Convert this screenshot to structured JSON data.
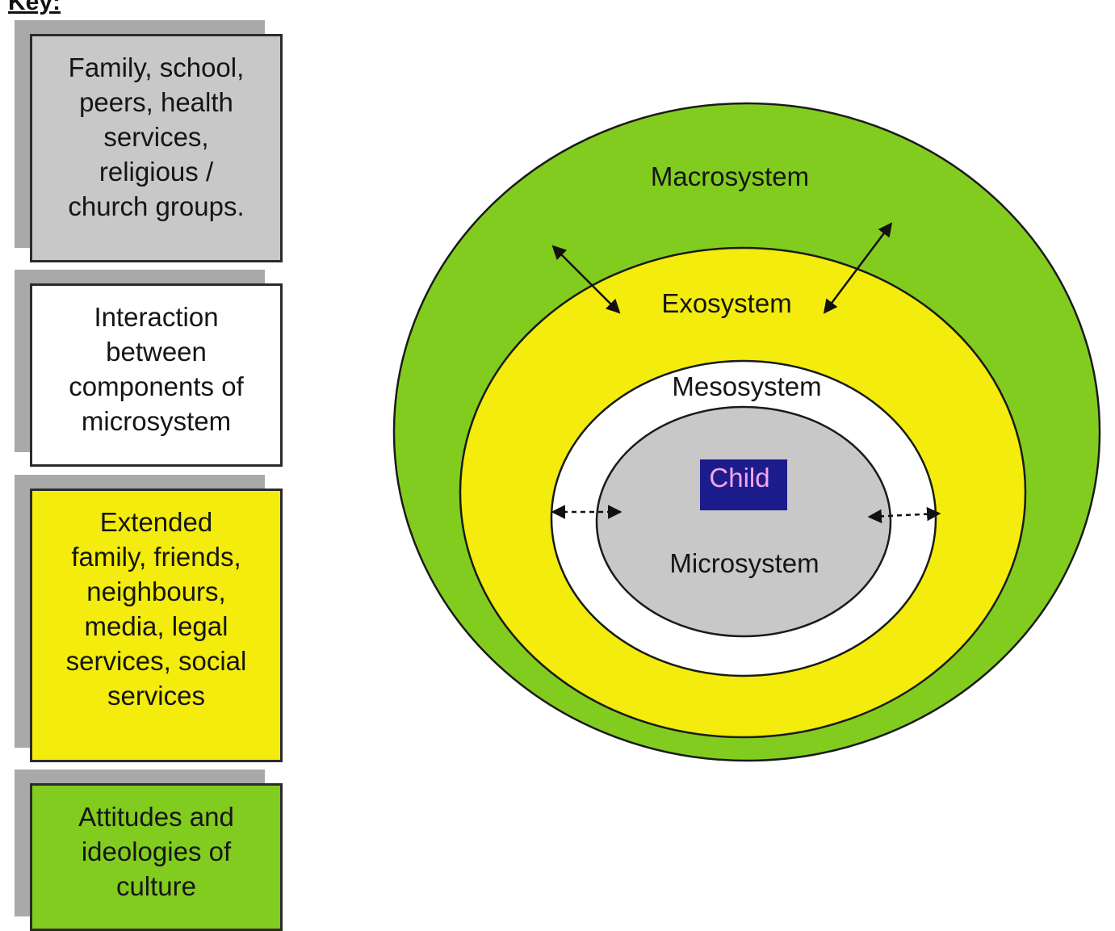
{
  "key": {
    "heading": "Key:",
    "items": [
      {
        "text": "Family, school,\npeers, health\nservices,\nreligious /\nchurch groups.",
        "color": "#c8c8c8",
        "system": "Microsystem"
      },
      {
        "text": "Interaction\nbetween\ncomponents of\nmicrosystem",
        "color": "#ffffff",
        "system": "Mesosystem"
      },
      {
        "text": "Extended\nfamily, friends,\nneighbours,\nmedia, legal\nservices, social\nservices",
        "color": "#f3ec0c",
        "system": "Exosystem"
      },
      {
        "text": "Attitudes and\nideologies of\nculture",
        "color": "#82cc1f",
        "system": "Macrosystem"
      }
    ]
  },
  "diagram": {
    "macrosystem": {
      "label": "Macrosystem",
      "color": "#82cc1f"
    },
    "exosystem": {
      "label": "Exosystem",
      "color": "#f3ec0c"
    },
    "mesosystem": {
      "label": "Mesosystem",
      "color": "#ffffff"
    },
    "microsystem": {
      "label": "Microsystem",
      "color": "#c8c8c8"
    },
    "child": {
      "label": "Child",
      "color": "#1c1c8c"
    },
    "outline_color": "#1a1a1a"
  }
}
